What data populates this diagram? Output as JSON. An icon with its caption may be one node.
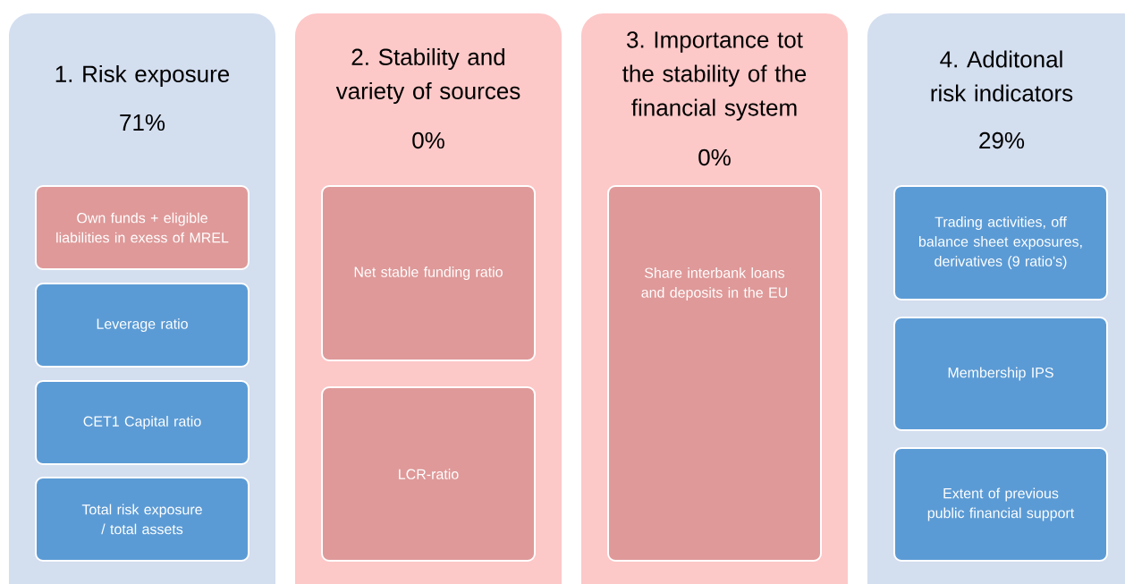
{
  "diagram": {
    "nodes": [
      {
        "text": [
          "1. Risk exposure",
          "71%"
        ]
      },
      {
        "text": [
          "Own funds + eligible liabilities in exess of MREL"
        ],
        "in": 0
      },
      {
        "text": [
          "Leverage ratio"
        ],
        "in": 0
      },
      {
        "text": [
          "CET1 Capital ratio"
        ],
        "in": 0
      },
      {
        "text": [
          "Total risk exposure / total assets"
        ],
        "in": 0
      },
      {
        "text": [
          "2. Stability and variety of sources",
          "0%"
        ]
      },
      {
        "text": [
          "Net stable funding ratio"
        ],
        "in": 5
      },
      {
        "text": [
          "LCR-ratio"
        ],
        "in": 5
      },
      {
        "text": [
          "3. Importance tot the stability of the financial system",
          "0%"
        ]
      },
      {
        "text": [
          "Share interbank loans and deposits in the EU"
        ],
        "in": 8
      },
      {
        "text": [
          "4. Additonal risk indicators",
          "29%"
        ]
      },
      {
        "text": [
          "Trading activities, off balance sheet exposures, derivatives (9 ratio's)"
        ],
        "in": 10
      },
      {
        "text": [
          "Membership IPS"
        ],
        "in": 10
      },
      {
        "text": [
          "Extent of previous public financial support"
        ],
        "in": 10
      }
    ]
  }
}
